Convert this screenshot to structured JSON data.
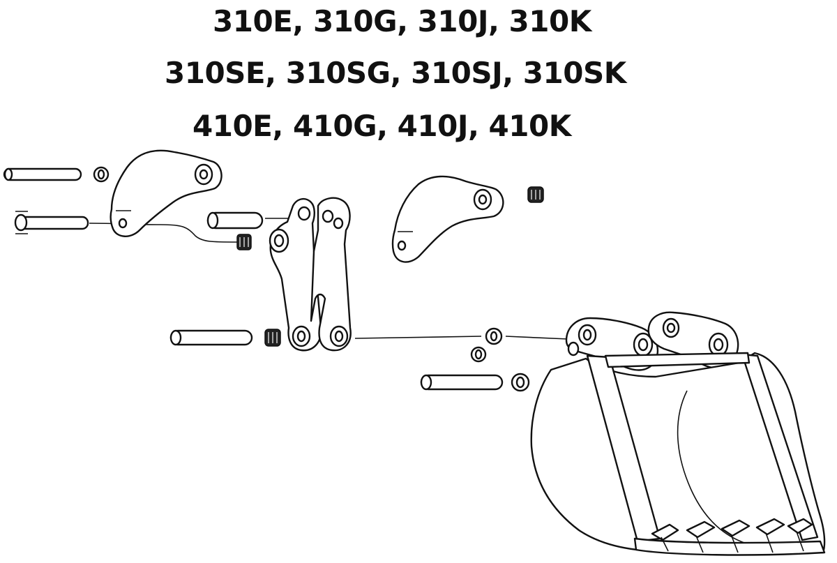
{
  "diagram": {
    "title_lines": [
      "310E, 310G, 310J, 310K",
      "310SE, 310SG, 310SJ, 310SK",
      "410E, 410G, 410J, 410K"
    ],
    "colors": {
      "line": "#111111",
      "background": "#ffffff",
      "part_fill": "#ffffff"
    }
  }
}
